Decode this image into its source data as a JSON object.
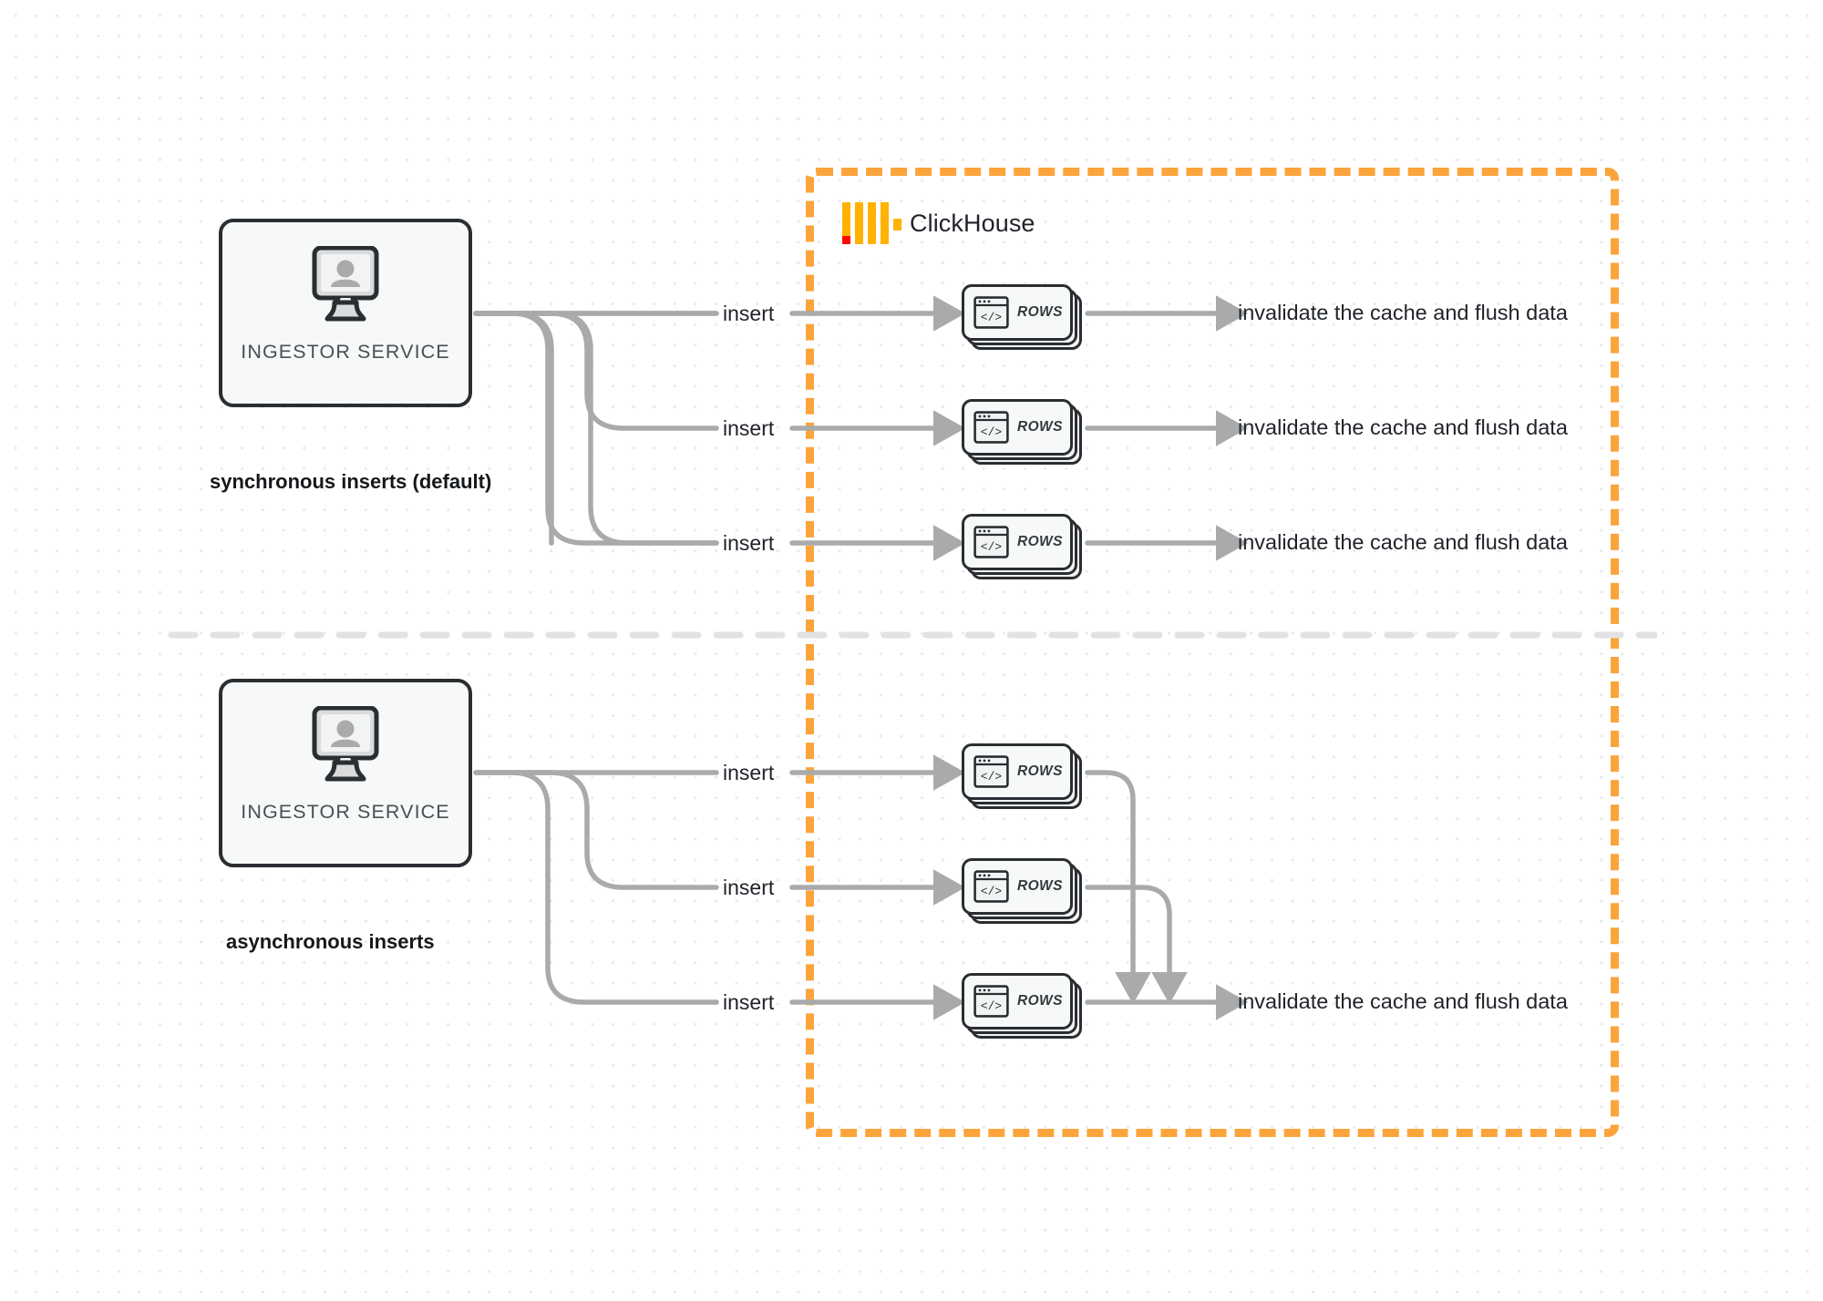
{
  "diagram": {
    "title": "ClickHouse synchronous vs asynchronous inserts",
    "background": "dotted-grid",
    "colors": {
      "accent_orange": "#FBA43C",
      "logo_yellow": "#FFB200",
      "logo_red": "#FF0A00",
      "wire_gray": "#A8AAAC",
      "box_outline": "#2A2E32",
      "box_fill": "#F7F9F9",
      "text_dark": "#1F2329"
    }
  },
  "clickhouse_region": {
    "label": "ClickHouse",
    "logo_name": "clickhouse-logo"
  },
  "sections": [
    {
      "id": "synchronous",
      "caption": "synchronous inserts (default)",
      "service": {
        "label": "INGESTOR SERVICE",
        "icon": "monitor-user-icon"
      },
      "rows": [
        {
          "insert_label": "insert",
          "card_label": "ROWS",
          "card_icon": "code-window-icon",
          "result_label": "invalidate the cache and flush data"
        },
        {
          "insert_label": "insert",
          "card_label": "ROWS",
          "card_icon": "code-window-icon",
          "result_label": "invalidate the cache and flush data"
        },
        {
          "insert_label": "insert",
          "card_label": "ROWS",
          "card_icon": "code-window-icon",
          "result_label": "invalidate the cache and flush data"
        }
      ]
    },
    {
      "id": "asynchronous",
      "caption": "asynchronous inserts",
      "service": {
        "label": "INGESTOR SERVICE",
        "icon": "monitor-user-icon"
      },
      "rows": [
        {
          "insert_label": "insert",
          "card_label": "ROWS",
          "card_icon": "code-window-icon",
          "result_label": ""
        },
        {
          "insert_label": "insert",
          "card_label": "ROWS",
          "card_icon": "code-window-icon",
          "result_label": ""
        },
        {
          "insert_label": "insert",
          "card_label": "ROWS",
          "card_icon": "code-window-icon",
          "result_label": "invalidate the cache and flush data"
        }
      ]
    }
  ]
}
